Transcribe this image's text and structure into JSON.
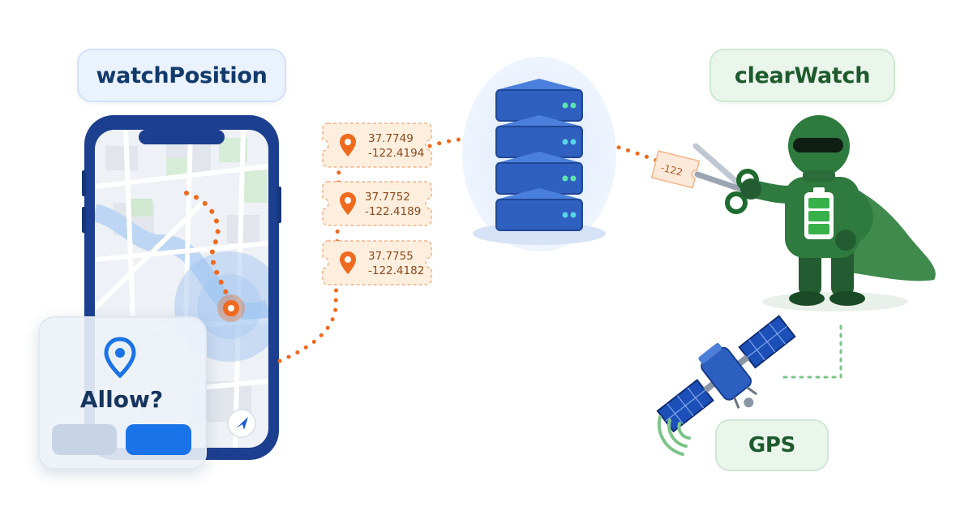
{
  "labels": {
    "watch": "watchPosition",
    "clear": "clearWatch",
    "gps": "GPS"
  },
  "coordinates": [
    {
      "lat": "37.7749",
      "lng": "-122.4194"
    },
    {
      "lat": "37.7752",
      "lng": "-122.4189"
    },
    {
      "lat": "37.7755",
      "lng": "-122.4182"
    }
  ],
  "cut_ticket": {
    "text": "-122"
  },
  "permission_prompt": {
    "title": "Allow?"
  },
  "colors": {
    "accent_orange": "#ef6a1f",
    "phone_frame": "#1c3f8f",
    "server_blue": "#2f5fbf",
    "hero_green": "#2f7a3e",
    "allow_blue": "#1a73e8"
  },
  "icons": {
    "permission": "location-pin-icon",
    "map_compass": "navigation-arrow-icon",
    "ticket": "location-pin-icon",
    "cutter": "scissors-icon",
    "battery": "battery-icon",
    "signal": "signal-waves-icon"
  }
}
